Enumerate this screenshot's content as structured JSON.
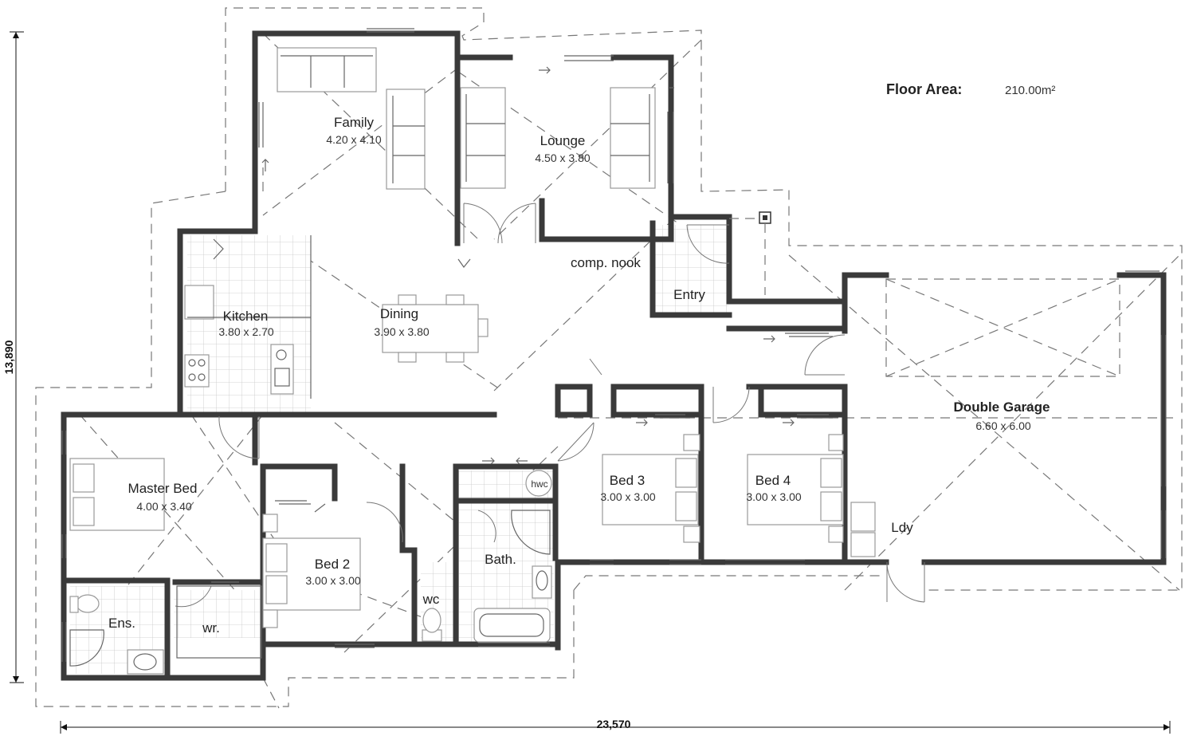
{
  "floor_area": {
    "label": "Floor Area:",
    "value": "210.00m²"
  },
  "dimensions": {
    "overall_width": "23,570",
    "overall_depth": "13,890"
  },
  "rooms": {
    "family": {
      "name": "Family",
      "size": "4.20 x 4.10"
    },
    "lounge": {
      "name": "Lounge",
      "size": "4.50 x 3.80"
    },
    "kitchen": {
      "name": "Kitchen",
      "size": "3.80 x 2.70"
    },
    "dining": {
      "name": "Dining",
      "size": "3.90 x 3.80"
    },
    "comp_nook": {
      "name": "comp. nook"
    },
    "entry": {
      "name": "Entry"
    },
    "double_garage": {
      "name": "Double Garage",
      "size": "6.60 x 6.00"
    },
    "master_bed": {
      "name": "Master Bed",
      "size": "4.00 x 3.40"
    },
    "bed2": {
      "name": "Bed 2",
      "size": "3.00 x 3.00"
    },
    "bed3": {
      "name": "Bed 3",
      "size": "3.00 x 3.00"
    },
    "bed4": {
      "name": "Bed 4",
      "size": "3.00 x 3.00"
    },
    "bath": {
      "name": "Bath."
    },
    "wc": {
      "name": "wc"
    },
    "ens": {
      "name": "Ens."
    },
    "wr": {
      "name": "wr."
    },
    "ldy": {
      "name": "Ldy"
    },
    "hwc": {
      "name": "hwc"
    }
  }
}
